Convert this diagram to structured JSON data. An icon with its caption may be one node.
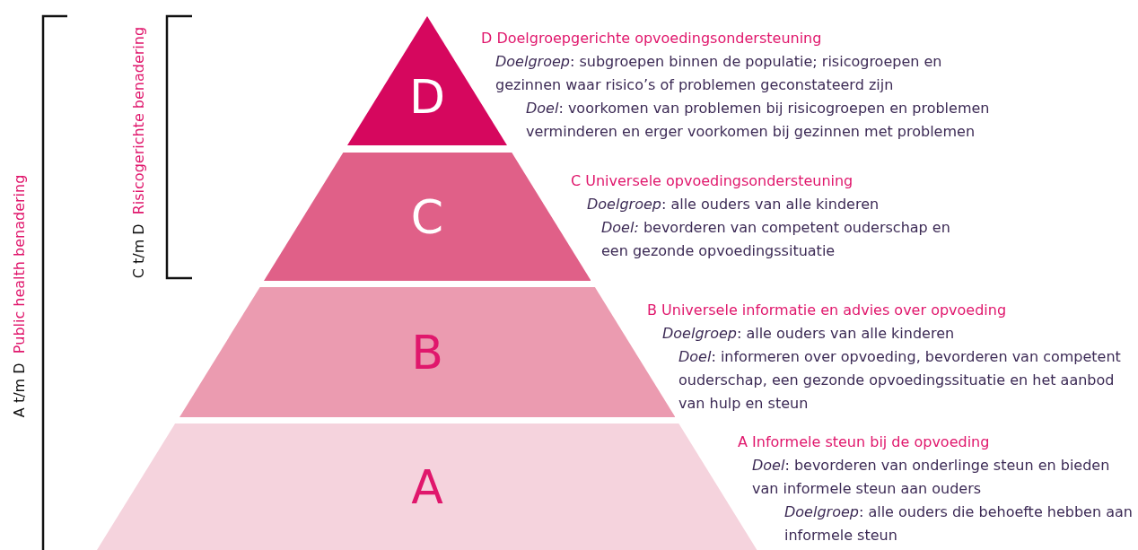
{
  "diagram": {
    "nodes": [
      {
        "text": [
          "D"
        ],
        "beside": [
          "D  Doelgroepgerichte opvoedingsondersteuning",
          "*Doelgroep*: subgroepen binnen de populatie; risicogroepen en gezinnen waar risico’s of problemen geconstateerd zijn",
          "*Doel*: voorkomen van problemen bij risicogroepen en problemen verminderen en erger voorkomen bij gezinnen met problemen"
        ]
      },
      {
        "text": [
          "C"
        ],
        "beside": [
          "C  Universele opvoedingsondersteuning",
          "*Doelgroep*: alle ouders van alle kinderen",
          "*Doel:* bevorderen van competent ouderschap en een gezonde opvoedingssituatie"
        ]
      },
      {
        "text": [
          "B"
        ],
        "beside": [
          "B  Universele informatie en advies over opvoeding",
          "*Doelgroep*: alle ouders van alle kinderen",
          "*Doel*: informeren over opvoeding, bevorderen van competent ouderschap, een gezonde opvoedingssituatie en het aanbod van hulp en steun"
        ]
      },
      {
        "text": [
          "A"
        ],
        "beside": [
          "A  Informele steun bij de opvoeding",
          "*Doel*: bevorderen van onderlinge steun en bieden van informele steun aan ouders",
          "*Doelgroep*: alle ouders die behoefte hebben aan informele steun"
        ]
      }
    ],
    "labels": [
      "A t/m D",
      "Public health benadering",
      "C t/m D",
      "Risicogerichte benadering"
    ]
  }
}
